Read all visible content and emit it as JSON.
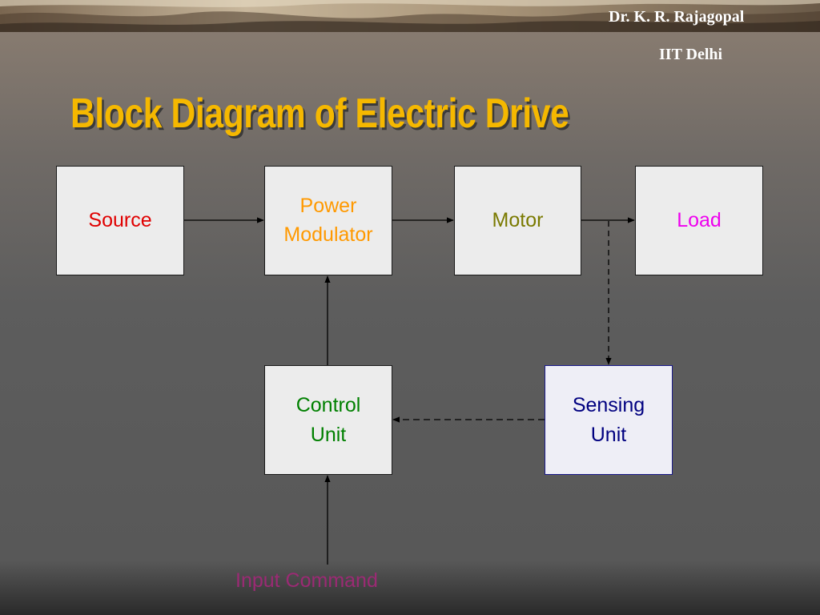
{
  "header": {
    "author": "Dr. K. R. Rajagopal",
    "institution": "IIT Delhi"
  },
  "title": "Block Diagram of Electric Drive",
  "blocks": {
    "source": {
      "label": "Source",
      "color": "#e00000"
    },
    "power_modulator": {
      "line1": "Power",
      "line2": "Modulator",
      "color": "#ff9900"
    },
    "motor": {
      "label": "Motor",
      "color": "#7a7a00"
    },
    "load": {
      "label": "Load",
      "color": "#ee00ee"
    },
    "control_unit": {
      "line1": "Control",
      "line2": "Unit",
      "color": "#008000"
    },
    "sensing_unit": {
      "line1": "Sensing",
      "line2": "Unit",
      "color": "#000080"
    }
  },
  "input_command": {
    "label": "Input Command",
    "color": "#9b2a74"
  }
}
